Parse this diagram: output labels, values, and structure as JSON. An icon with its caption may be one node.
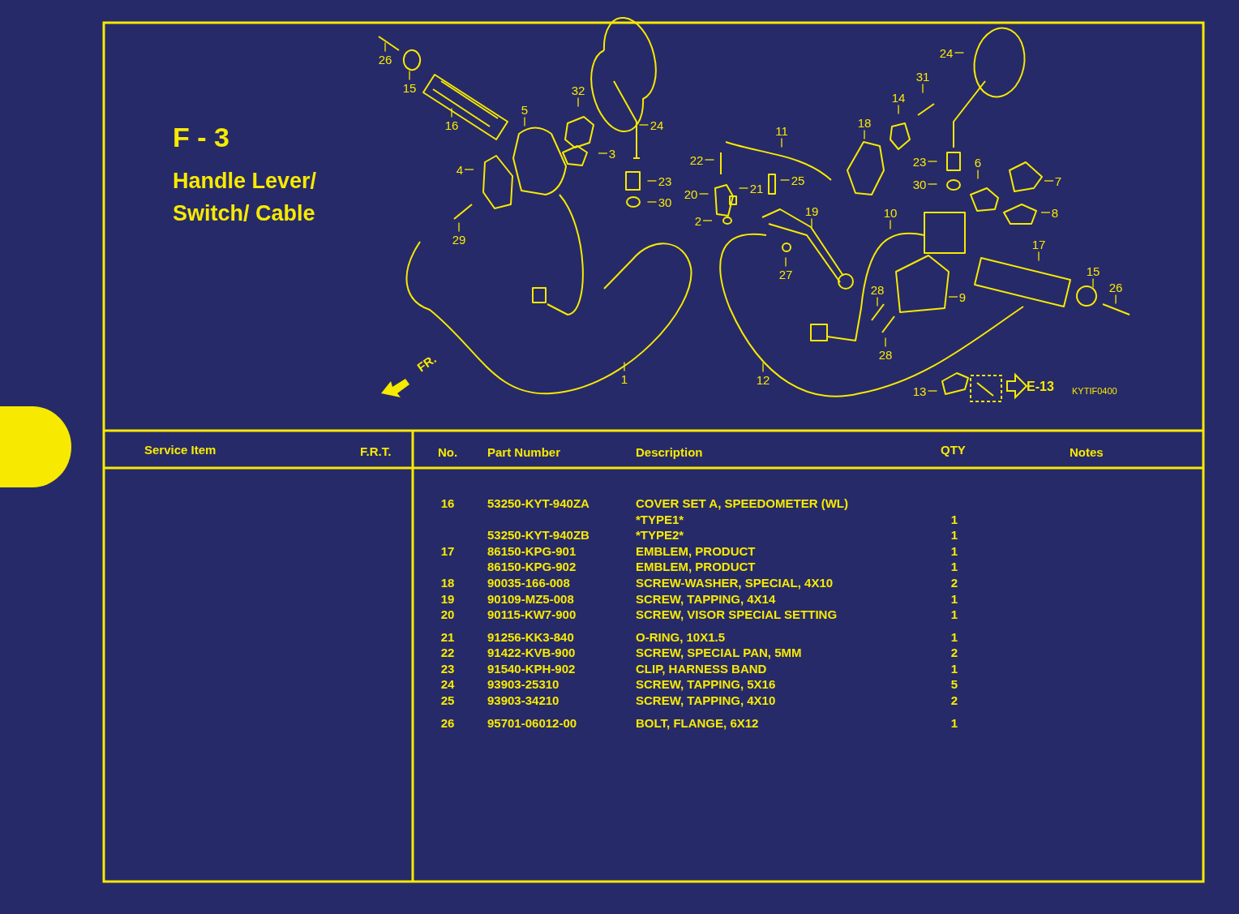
{
  "diagram": {
    "title": "F - 3",
    "nodes": [
      {
        "text": [
          "26"
        ]
      },
      {
        "text": [
          "15"
        ]
      },
      {
        "text": [
          "16"
        ]
      },
      {
        "text": [
          "5"
        ]
      },
      {
        "text": [
          "32"
        ]
      },
      {
        "text": [
          "24"
        ]
      },
      {
        "text": [
          "4"
        ]
      },
      {
        "text": [
          "3"
        ]
      },
      {
        "text": [
          "23"
        ]
      },
      {
        "text": [
          "30"
        ]
      },
      {
        "text": [
          "29"
        ]
      },
      {
        "text": [
          "1"
        ]
      },
      {
        "text": [
          "24"
        ]
      },
      {
        "text": [
          "31"
        ]
      },
      {
        "text": [
          "14"
        ]
      },
      {
        "text": [
          "18"
        ]
      },
      {
        "text": [
          "11"
        ]
      },
      {
        "text": [
          "22"
        ]
      },
      {
        "text": [
          "23"
        ]
      },
      {
        "text": [
          "6"
        ]
      },
      {
        "text": [
          "7"
        ]
      },
      {
        "text": [
          "25"
        ]
      },
      {
        "text": [
          "21"
        ]
      },
      {
        "text": [
          "20"
        ]
      },
      {
        "text": [
          "30"
        ]
      },
      {
        "text": [
          "2"
        ]
      },
      {
        "text": [
          "19"
        ]
      },
      {
        "text": [
          "10"
        ]
      },
      {
        "text": [
          "8"
        ]
      },
      {
        "text": [
          "17"
        ]
      },
      {
        "text": [
          "27"
        ]
      },
      {
        "text": [
          "15"
        ]
      },
      {
        "text": [
          "26"
        ]
      },
      {
        "text": [
          "28"
        ]
      },
      {
        "text": [
          "9"
        ]
      },
      {
        "text": [
          "28"
        ]
      },
      {
        "text": [
          "12"
        ]
      },
      {
        "text": [
          "13"
        ]
      }
    ],
    "edges": [
      {
        "from": 0,
        "to": null,
        "arrow": "none"
      },
      {
        "from": 1,
        "to": null,
        "arrow": "none"
      },
      {
        "from": 2,
        "to": null,
        "arrow": "none"
      },
      {
        "from": 3,
        "to": null,
        "arrow": "none"
      },
      {
        "from": 4,
        "to": null,
        "arrow": "none"
      },
      {
        "from": 5,
        "to": null,
        "arrow": "none"
      },
      {
        "from": 6,
        "to": null,
        "arrow": "none"
      },
      {
        "from": 7,
        "to": null,
        "arrow": "none"
      },
      {
        "from": 8,
        "to": null,
        "arrow": "none"
      },
      {
        "from": 9,
        "to": null,
        "arrow": "none"
      },
      {
        "from": 10,
        "to": null,
        "arrow": "none"
      },
      {
        "from": 11,
        "to": null,
        "arrow": "none"
      },
      {
        "from": 12,
        "to": null,
        "arrow": "none"
      },
      {
        "from": 13,
        "to": null,
        "arrow": "none"
      },
      {
        "from": 14,
        "to": null,
        "arrow": "none"
      },
      {
        "from": 15,
        "to": null,
        "arrow": "none"
      },
      {
        "from": 16,
        "to": null,
        "arrow": "none"
      },
      {
        "from": 17,
        "to": null,
        "arrow": "none"
      },
      {
        "from": 18,
        "to": null,
        "arrow": "none"
      },
      {
        "from": 19,
        "to": null,
        "arrow": "none"
      },
      {
        "from": 20,
        "to": null,
        "arrow": "none"
      },
      {
        "from": 21,
        "to": null,
        "arrow": "none"
      },
      {
        "from": 22,
        "to": null,
        "arrow": "none"
      },
      {
        "from": 23,
        "to": null,
        "arrow": "none"
      },
      {
        "from": 24,
        "to": null,
        "arrow": "none"
      },
      {
        "from": 25,
        "to": null,
        "arrow": "none"
      },
      {
        "from": 26,
        "to": null,
        "arrow": "none"
      },
      {
        "from": 27,
        "to": null,
        "arrow": "none"
      },
      {
        "from": 28,
        "to": null,
        "arrow": "none"
      },
      {
        "from": 29,
        "to": null,
        "arrow": "none"
      },
      {
        "from": 30,
        "to": null,
        "arrow": "none"
      },
      {
        "from": 31,
        "to": null,
        "arrow": "none"
      },
      {
        "from": 32,
        "to": null,
        "arrow": "none"
      },
      {
        "from": 33,
        "to": null,
        "arrow": "none"
      },
      {
        "from": 34,
        "to": null,
        "arrow": "none"
      },
      {
        "from": 35,
        "to": null,
        "arrow": "none"
      },
      {
        "from": 36,
        "to": null,
        "arrow": "none"
      },
      {
        "from": 37,
        "to": null,
        "arrow": "none"
      }
    ],
    "labels": [
      "Handle Lever/ Switch/ Cable",
      "FR.",
      "E-13",
      "KYTIF0400",
      "Service Item",
      "F.R.T.",
      "No.",
      "Part Number",
      "Description",
      "QTY",
      "Notes",
      "16",
      "53250-KYT-940ZA",
      "COVER SET A, SPEEDOMETER (WL)",
      "*TYPE1*",
      "1",
      "53250-KYT-940ZB",
      "*TYPE2*",
      "1",
      "17",
      "86150-KPG-901",
      "EMBLEM, PRODUCT",
      "1",
      "86150-KPG-902",
      "EMBLEM, PRODUCT",
      "1",
      "18",
      "90035-166-008",
      "SCREW-WASHER, SPECIAL, 4X10",
      "2",
      "19",
      "90109-MZ5-008",
      "SCREW, TAPPING, 4X14",
      "1",
      "20",
      "90115-KW7-900",
      "SCREW, VISOR SPECIAL SETTING",
      "1",
      "21",
      "91256-KK3-840",
      "O-RING, 10X1.5",
      "1",
      "22",
      "91422-KVB-900",
      "SCREW, SPECIAL PAN, 5MM",
      "2",
      "23",
      "91540-KPH-902",
      "CLIP, HARNESS BAND",
      "1",
      "24",
      "93903-25310",
      "SCREW, TAPPING, 5X16",
      "5",
      "25",
      "93903-34210",
      "SCREW, TAPPING, 4X10",
      "2",
      "26",
      "95701-06012-00",
      "BOLT, FLANGE, 6X12",
      "1"
    ]
  }
}
